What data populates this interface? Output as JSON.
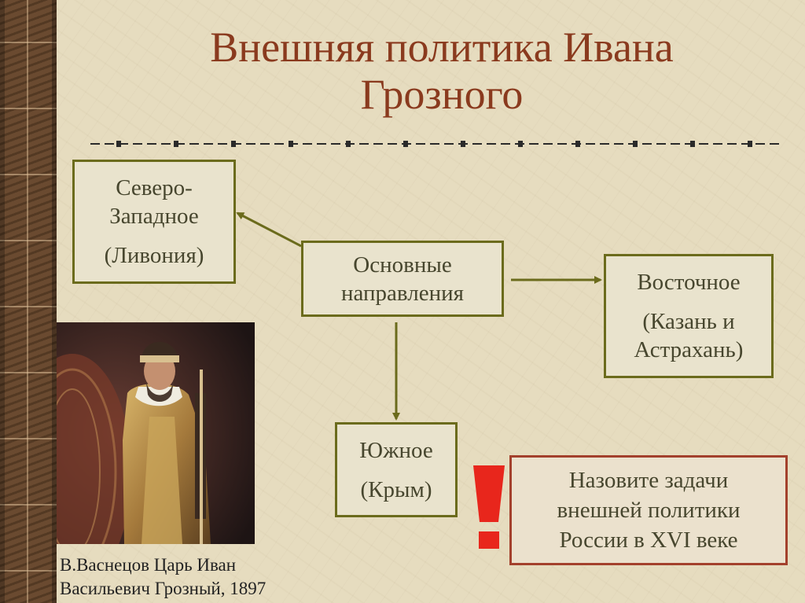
{
  "title": {
    "line1": "Внешняя политика Ивана",
    "line2": "Грозного"
  },
  "boxes": {
    "northwest": {
      "line1": "Северо-",
      "line2": "Западное",
      "line3": "(Ливония)"
    },
    "center": {
      "line1": "Основные",
      "line2": "направления"
    },
    "east": {
      "line1": "Восточное",
      "line2": "(Казань и",
      "line3": "Астрахань)"
    },
    "south": {
      "line1": "Южное",
      "line2": "(Крым)"
    }
  },
  "question": {
    "line1": "Назовите задачи",
    "line2": "внешней политики",
    "line3": "России в XVI веке"
  },
  "caption": {
    "line1": "В.Васнецов Царь Иван",
    "line2": "Васильевич Грозный, 1897"
  },
  "colors": {
    "title": "#8a3a1e",
    "box_border": "#6b6b1c",
    "arrow": "#6b6b1c",
    "question_border": "#a3402c",
    "exclamation": "#e8261c"
  }
}
